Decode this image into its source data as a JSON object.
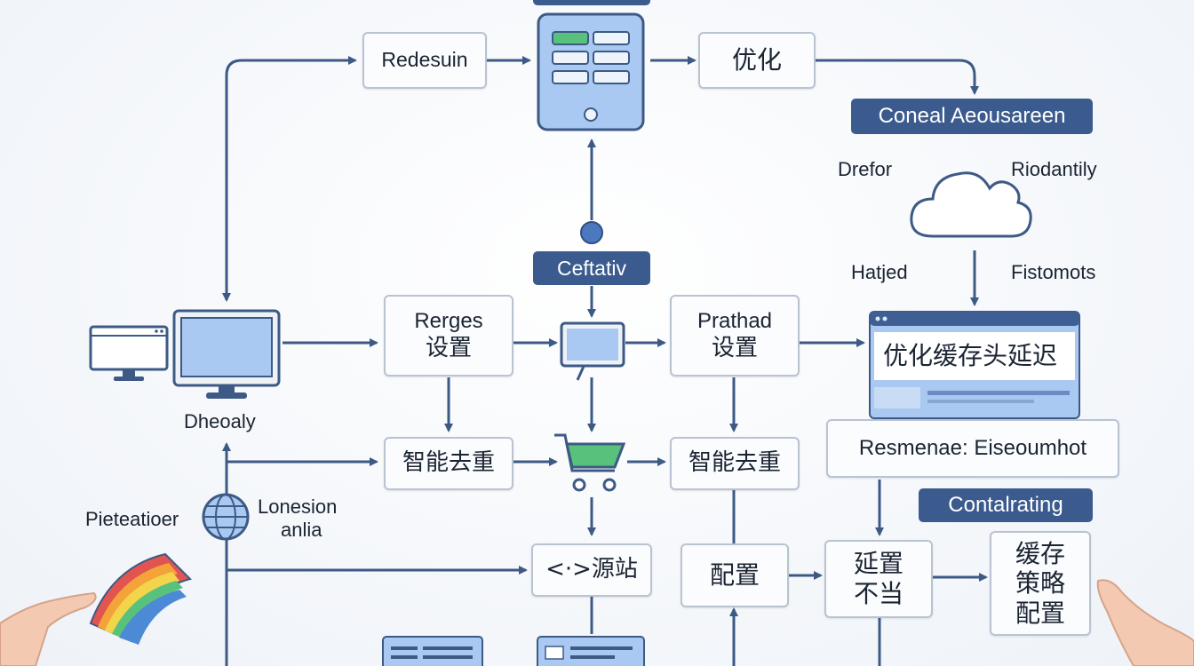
{
  "nodes": {
    "redesign": "Redesuin",
    "optimize_top": "优化",
    "pill_top_right": "Coneal Aeousareen",
    "cloud_left": "Drefor",
    "cloud_right": "Riodantily",
    "cloud_bottom_left": "Hatjed",
    "cloud_bottom_right": "Fistomots",
    "pill_center": "Ceftativ",
    "display_label": "Dheoaly",
    "regex_title": "Rerges",
    "regex_sub": "设置",
    "prathad_title": "Prathad",
    "prathad_sub": "设置",
    "window_title": "优化缓存头延迟",
    "response_box": "Resmenae: Eiseoumhot",
    "pill_right": "Contalrating",
    "dedupe_left": "智能去重",
    "dedupe_right": "智能去重",
    "globe_left": "Pieteatioer",
    "globe_right_line1": "Lonesion",
    "globe_right_line2": "anlia",
    "origin": "<·>源站",
    "config": "配置",
    "delay_line1": "延置",
    "delay_line2": "不当",
    "strategy_line1": "缓存",
    "strategy_line2": "策略",
    "strategy_line3": "配置"
  },
  "colors": {
    "line": "#3d5a85",
    "pill": "#3b5b8e",
    "device_blue": "#a9c9f2",
    "cart_green": "#58c27d"
  }
}
